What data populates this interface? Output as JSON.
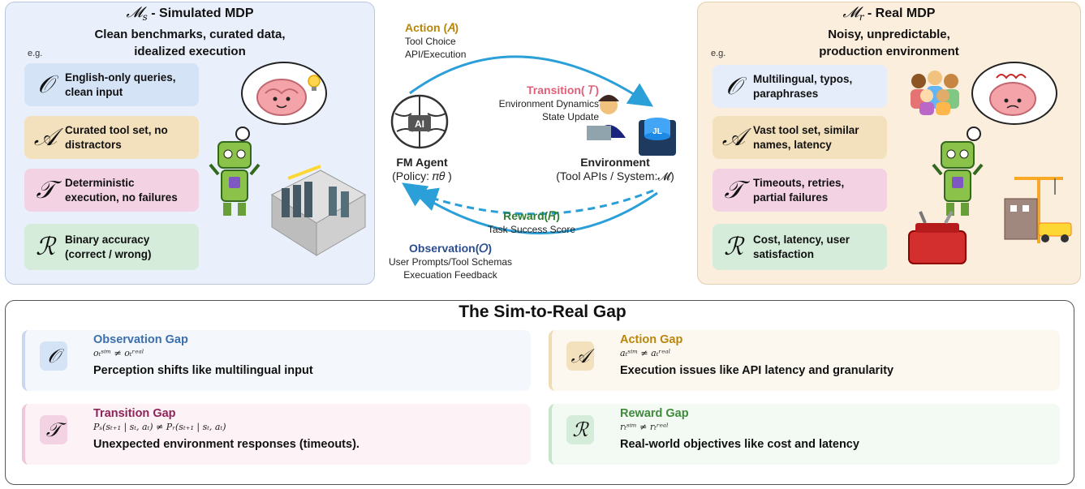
{
  "sim": {
    "symbol": "𝓜",
    "sub": "s",
    "title": " - Simulated MDP",
    "line1": "Clean benchmarks, curated data,",
    "line2": "idealized execution",
    "eg": "e.g.",
    "cards": [
      {
        "sym": "𝒪",
        "l1": "English-only queries,",
        "l2": "clean input"
      },
      {
        "sym": "𝒜",
        "l1": "Curated tool set, no",
        "l2": "distractors"
      },
      {
        "sym": "𝒯",
        "l1": "Deterministic",
        "l2": "execution, no failures"
      },
      {
        "sym": "ℛ",
        "l1": "Binary accuracy",
        "l2": "(correct / wrong)"
      }
    ]
  },
  "real": {
    "symbol": "𝓜",
    "sub": "r",
    "title": " - Real MDP",
    "line1": "Noisy, unpredictable,",
    "line2": "production environment",
    "eg": "e.g.",
    "cards": [
      {
        "sym": "𝒪",
        "l1": "Multilingual, typos,",
        "l2": "paraphrases"
      },
      {
        "sym": "𝒜",
        "l1": "Vast tool set, similar",
        "l2": "names, latency"
      },
      {
        "sym": "𝒯",
        "l1": "Timeouts, retries,",
        "l2": "partial failures"
      },
      {
        "sym": "ℛ",
        "l1": "Cost, latency, user",
        "l2": "satisfaction"
      }
    ]
  },
  "center": {
    "action_title": "Action (𝐴)",
    "action_l1": "Tool Choice",
    "action_l2": "API/Execution",
    "transition_title": "Transition( 𝑇)",
    "transition_l1": "Environment Dynamics",
    "transition_l2": "State Update",
    "agent_title": "FM Agent",
    "agent_sub": "(Policy: 𝜋𝜃 )",
    "env_title": "Environment",
    "env_sub": "(Tool APIs / System:𝓜)",
    "reward_title": "Reward(𝑅)",
    "reward_l1": "Task Success Score",
    "obs_title": "Observation(𝑂)",
    "obs_l1": "User Prompts/Tool Schemas",
    "obs_l2": "Execuation Feedback",
    "ai_chip": "AI",
    "server_label": "JL"
  },
  "gap": {
    "title": "The Sim-to-Real Gap",
    "items": [
      {
        "sym": "𝒪",
        "title": "Observation Gap",
        "eq": "oₜˢⁱᵐ ≠ oₜʳᵉᵃˡ",
        "desc": "Perception shifts like multilingual input"
      },
      {
        "sym": "𝒜",
        "title": "Action Gap",
        "eq": "aₜˢⁱᵐ ≠ aₜʳᵉᵃˡ",
        "desc": "Execution issues like API latency and granularity"
      },
      {
        "sym": "𝒯",
        "title": "Transition Gap",
        "eq": "Pₛ(sₜ₊₁ | sₜ, aₜ) ≠ Pᵣ(sₜ₊₁ | sₜ, aₜ)",
        "desc": "Unexpected environment responses (timeouts)."
      },
      {
        "sym": "ℛ",
        "title": "Reward Gap",
        "eq": "rₜˢⁱᵐ ≠ rₜʳᵉᵃˡ",
        "desc": "Real-world objectives like cost and latency"
      }
    ]
  },
  "colors": {
    "action": "#b8860b",
    "transition": "#e0607a",
    "reward": "#2e7d32",
    "observation": "#2a4d8f",
    "arrow": "#2a9fd8",
    "obs_gap": "#3b6fae",
    "action_gap": "#b8860b",
    "transition_gap": "#8e2457",
    "reward_gap": "#3f8a3a"
  }
}
